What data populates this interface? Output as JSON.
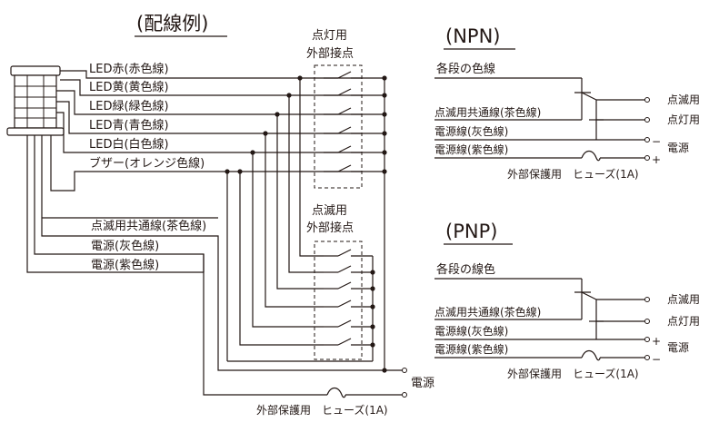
{
  "main_title": "(配線例)",
  "left": {
    "wires": [
      "LED赤(赤色線)",
      "LED黄(黄色線)",
      "LED緑(緑色線)",
      "LED青(青色線)",
      "LED白(白色線)",
      "ブザー(オレンジ色線)"
    ],
    "common_wires": [
      "点滅用共通線(茶色線)",
      "電源(灰色線)",
      "電源(紫色線)"
    ],
    "steady_contacts": [
      "点灯用",
      "外部接点"
    ],
    "flash_contacts": [
      "点滅用",
      "外部接点"
    ],
    "power_label": "電源",
    "fuse_label": "外部保護用　ヒューズ(1A)"
  },
  "npn": {
    "title": "(NPN)",
    "input_label": "各段の色線",
    "wire_labels": [
      "点滅用共通線(茶色線)",
      "電源線(灰色線)",
      "電源線(紫色線)"
    ],
    "outputs": [
      "点滅用",
      "点灯用"
    ],
    "minus": "−",
    "plus": "+",
    "power_label": "電源",
    "fuse_label": "外部保護用　ヒューズ(1A)"
  },
  "pnp": {
    "title": "(PNP)",
    "input_label": "各段の線色",
    "wire_labels": [
      "点滅用共通線(茶色線)",
      "電源線(灰色線)",
      "電源線(紫色線)"
    ],
    "outputs": [
      "点滅用",
      "点灯用"
    ],
    "plus": "+",
    "minus": "−",
    "power_label": "電源",
    "fuse_label": "外部保護用　ヒューズ(1A)"
  }
}
